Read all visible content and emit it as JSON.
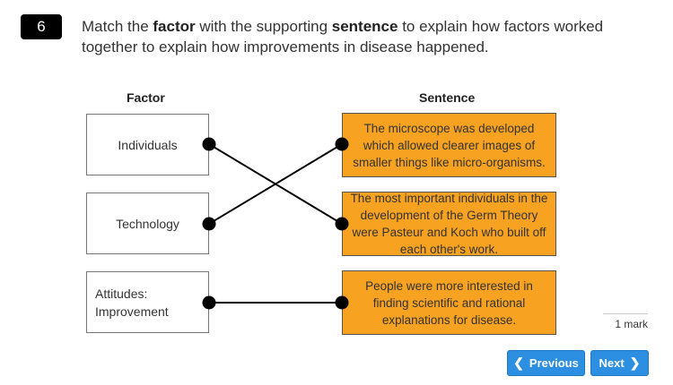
{
  "question": {
    "number": "6",
    "text_parts": [
      "Match the ",
      "factor",
      " with the supporting ",
      "sentence",
      " to explain how factors worked together to explain how improvements in disease happened."
    ]
  },
  "columns": {
    "factor_header": "Factor",
    "sentence_header": "Sentence"
  },
  "factors": [
    {
      "label": "Individuals"
    },
    {
      "label": "Technology"
    },
    {
      "label_lines": [
        "Attitudes:",
        "Improvement"
      ]
    }
  ],
  "sentences": [
    {
      "text": "The microscope was developed which allowed clearer images of smaller things like micro-organisms."
    },
    {
      "text": "The most important individuals in the development of the Germ Theory were Pasteur and Koch who built off each other's work."
    },
    {
      "text": "People were more interested in finding scientific and rational explanations for disease."
    }
  ],
  "connections": [
    {
      "factor": 0,
      "sentence": 1
    },
    {
      "factor": 1,
      "sentence": 0
    },
    {
      "factor": 2,
      "sentence": 2
    }
  ],
  "marks": "1 mark",
  "nav": {
    "previous_label": "Previous",
    "next_label": "Next"
  },
  "colors": {
    "sentence_fill": "#f8a221",
    "button": "#2d8fe1",
    "badge": "#000000"
  }
}
